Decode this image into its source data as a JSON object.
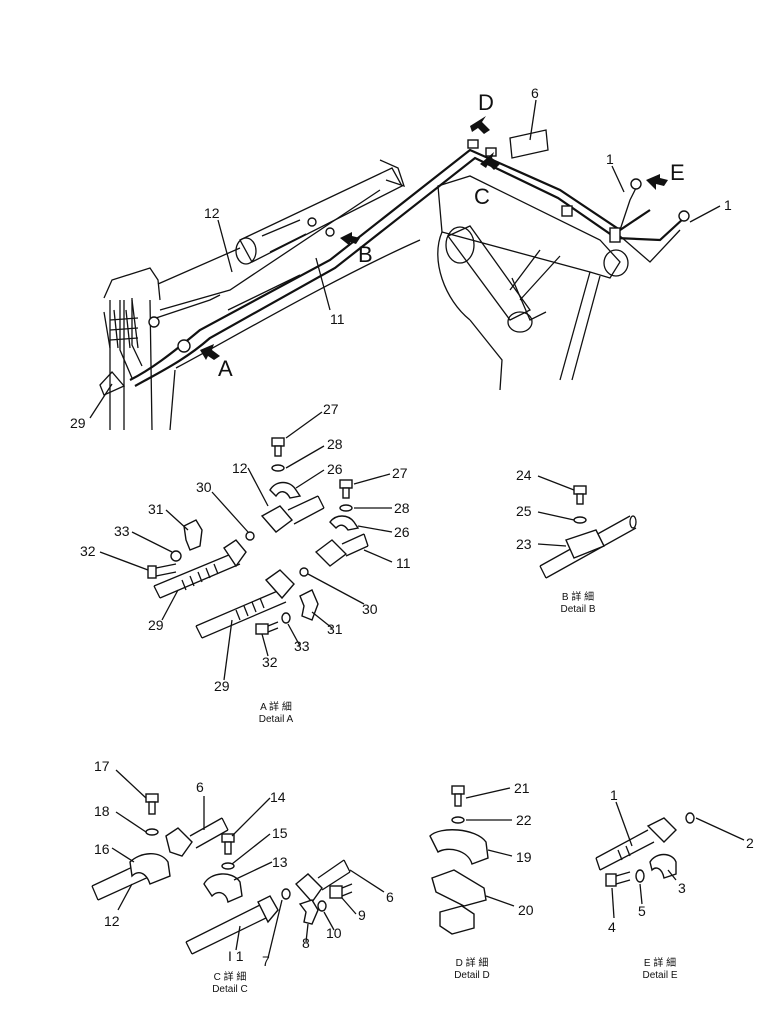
{
  "overview": {
    "callouts": {
      "A": "A",
      "B": "B",
      "C": "C",
      "D": "D",
      "E": "E"
    },
    "labels": {
      "p1a": "1",
      "p1b": "1",
      "p6": "6",
      "p11": "11",
      "p12": "12",
      "p29": "29"
    }
  },
  "detail_a": {
    "labels": {
      "p27a": "27",
      "p28a": "28",
      "p26a": "26",
      "p12": "12",
      "p30a": "30",
      "p27b": "27",
      "p28b": "28",
      "p26b": "26",
      "p31a": "31",
      "p33a": "33",
      "p32a": "32",
      "p11": "11",
      "p30b": "30",
      "p29": "29",
      "p31b": "31",
      "p32b": "32",
      "p33b": "33",
      "p29b": "29"
    },
    "caption_jp": "A 詳 細",
    "caption_en": "Detail A"
  },
  "detail_b": {
    "labels": {
      "p24": "24",
      "p25": "25",
      "p23": "23"
    },
    "caption_jp": "B 詳 細",
    "caption_en": "Detail B"
  },
  "detail_c": {
    "labels": {
      "p17": "17",
      "p6a": "6",
      "p18": "18",
      "p14": "14",
      "p16": "16",
      "p15": "15",
      "p13": "13",
      "p6b": "6",
      "p12": "12",
      "p9": "9",
      "p10": "10",
      "p8": "8",
      "p7": "7",
      "p11": "I 1"
    },
    "caption_jp": "C 詳 細",
    "caption_en": "Detail C"
  },
  "detail_d": {
    "labels": {
      "p21": "21",
      "p22": "22",
      "p19": "19",
      "p20": "20"
    },
    "caption_jp": "D 詳 細",
    "caption_en": "Detail D"
  },
  "detail_e": {
    "labels": {
      "p1": "1",
      "p2": "2",
      "p3": "3",
      "p4": "4",
      "p5": "5"
    },
    "caption_jp": "E 詳 細",
    "caption_en": "Detail E"
  }
}
